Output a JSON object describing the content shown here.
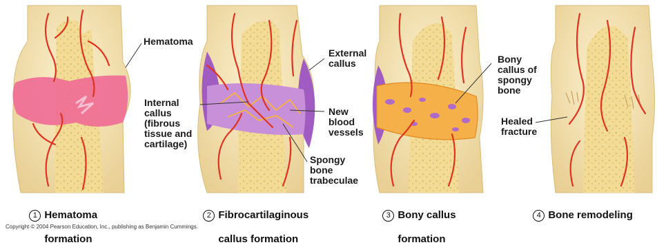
{
  "stages": [
    {
      "number": "1",
      "caption_line1": "Hematoma",
      "caption_line2": "formation"
    },
    {
      "number": "2",
      "caption_line1": "Fibrocartilaginous",
      "caption_line2": "callus formation"
    },
    {
      "number": "3",
      "caption_line1": "Bony callus",
      "caption_line2": "formation"
    },
    {
      "number": "4",
      "caption_line1": "Bone remodeling",
      "caption_line2": ""
    }
  ],
  "labels": {
    "hematoma": "Hematoma",
    "internal_callus": "Internal\ncallus\n(fibrous\ntissue and\ncartilage)",
    "external_callus": "External\ncallus",
    "new_blood_vessels": "New\nblood\nvessels",
    "spongy_bone_trabeculae": "Spongy\nbone\ntrabeculae",
    "bony_callus": "Bony\ncallus of\nspongy\nbone",
    "healed_fracture": "Healed\nfracture"
  },
  "copyright": "Copyright © 2004 Pearson Education, Inc., publishing as Benjamin Cummings.",
  "colors": {
    "panel_skin": "#f3e3b6",
    "bone": "#f0d98c",
    "hematoma": "#f06a96",
    "callus_purple": "#a05cc0",
    "bony_callus": "#f5b04a",
    "vessel": "#e0321e"
  }
}
